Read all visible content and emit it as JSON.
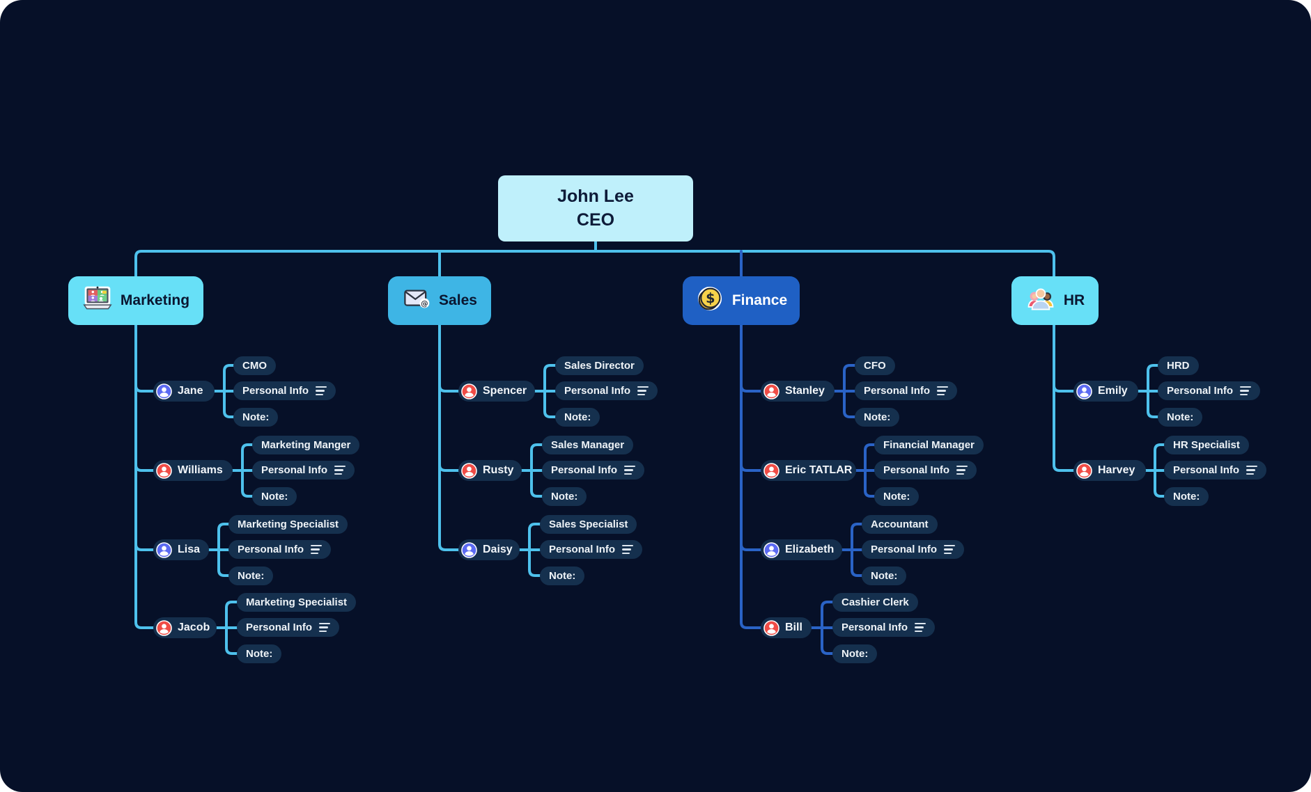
{
  "diagram": {
    "root": {
      "name": "John Lee",
      "title": "CEO"
    },
    "labels": {
      "personal_info": "Personal Info",
      "note": "Note:"
    },
    "departments": [
      {
        "label": "Marketing",
        "icon": "video-conference-icon",
        "branch_color": "#4ec1ec",
        "people": [
          {
            "name": "Jane",
            "title": "CMO",
            "avatar": "blue"
          },
          {
            "name": "Williams",
            "title": "Marketing Manger",
            "avatar": "red"
          },
          {
            "name": "Lisa",
            "title": "Marketing Specialist",
            "avatar": "blue"
          },
          {
            "name": "Jacob",
            "title": "Marketing Specialist",
            "avatar": "red"
          }
        ]
      },
      {
        "label": "Sales",
        "icon": "email-icon",
        "branch_color": "#4ec1ec",
        "people": [
          {
            "name": "Spencer",
            "title": "Sales Director",
            "avatar": "red"
          },
          {
            "name": "Rusty",
            "title": "Sales Manager",
            "avatar": "red"
          },
          {
            "name": "Daisy",
            "title": "Sales Specialist",
            "avatar": "blue"
          }
        ]
      },
      {
        "label": "Finance",
        "icon": "dollar-coin-icon",
        "branch_color": "#2a63c6",
        "people": [
          {
            "name": "Stanley",
            "title": "CFO",
            "avatar": "red"
          },
          {
            "name": "Eric TATLAR",
            "title": "Financial Manager",
            "avatar": "red"
          },
          {
            "name": "Elizabeth",
            "title": "Accountant",
            "avatar": "blue"
          },
          {
            "name": "Bill",
            "title": "Cashier Clerk",
            "avatar": "red"
          }
        ]
      },
      {
        "label": "HR",
        "icon": "people-group-icon",
        "branch_color": "#4ec1ec",
        "people": [
          {
            "name": "Emily",
            "title": "HRD",
            "avatar": "blue"
          },
          {
            "name": "Harvey",
            "title": "HR Specialist",
            "avatar": "red"
          }
        ]
      }
    ],
    "colors": {
      "background": "#061028",
      "ceo_box": "#bff0fb",
      "marketing_box": "#67e0f7",
      "sales_box": "#3eb5e5",
      "finance_box": "#1f60c4",
      "hr_box": "#67e0f7",
      "pill": "#15304e",
      "cyan_line": "#4ec1ec",
      "blue_line": "#2a63c6",
      "avatar_blue": "#5b6af2",
      "avatar_red": "#f04c46"
    }
  }
}
